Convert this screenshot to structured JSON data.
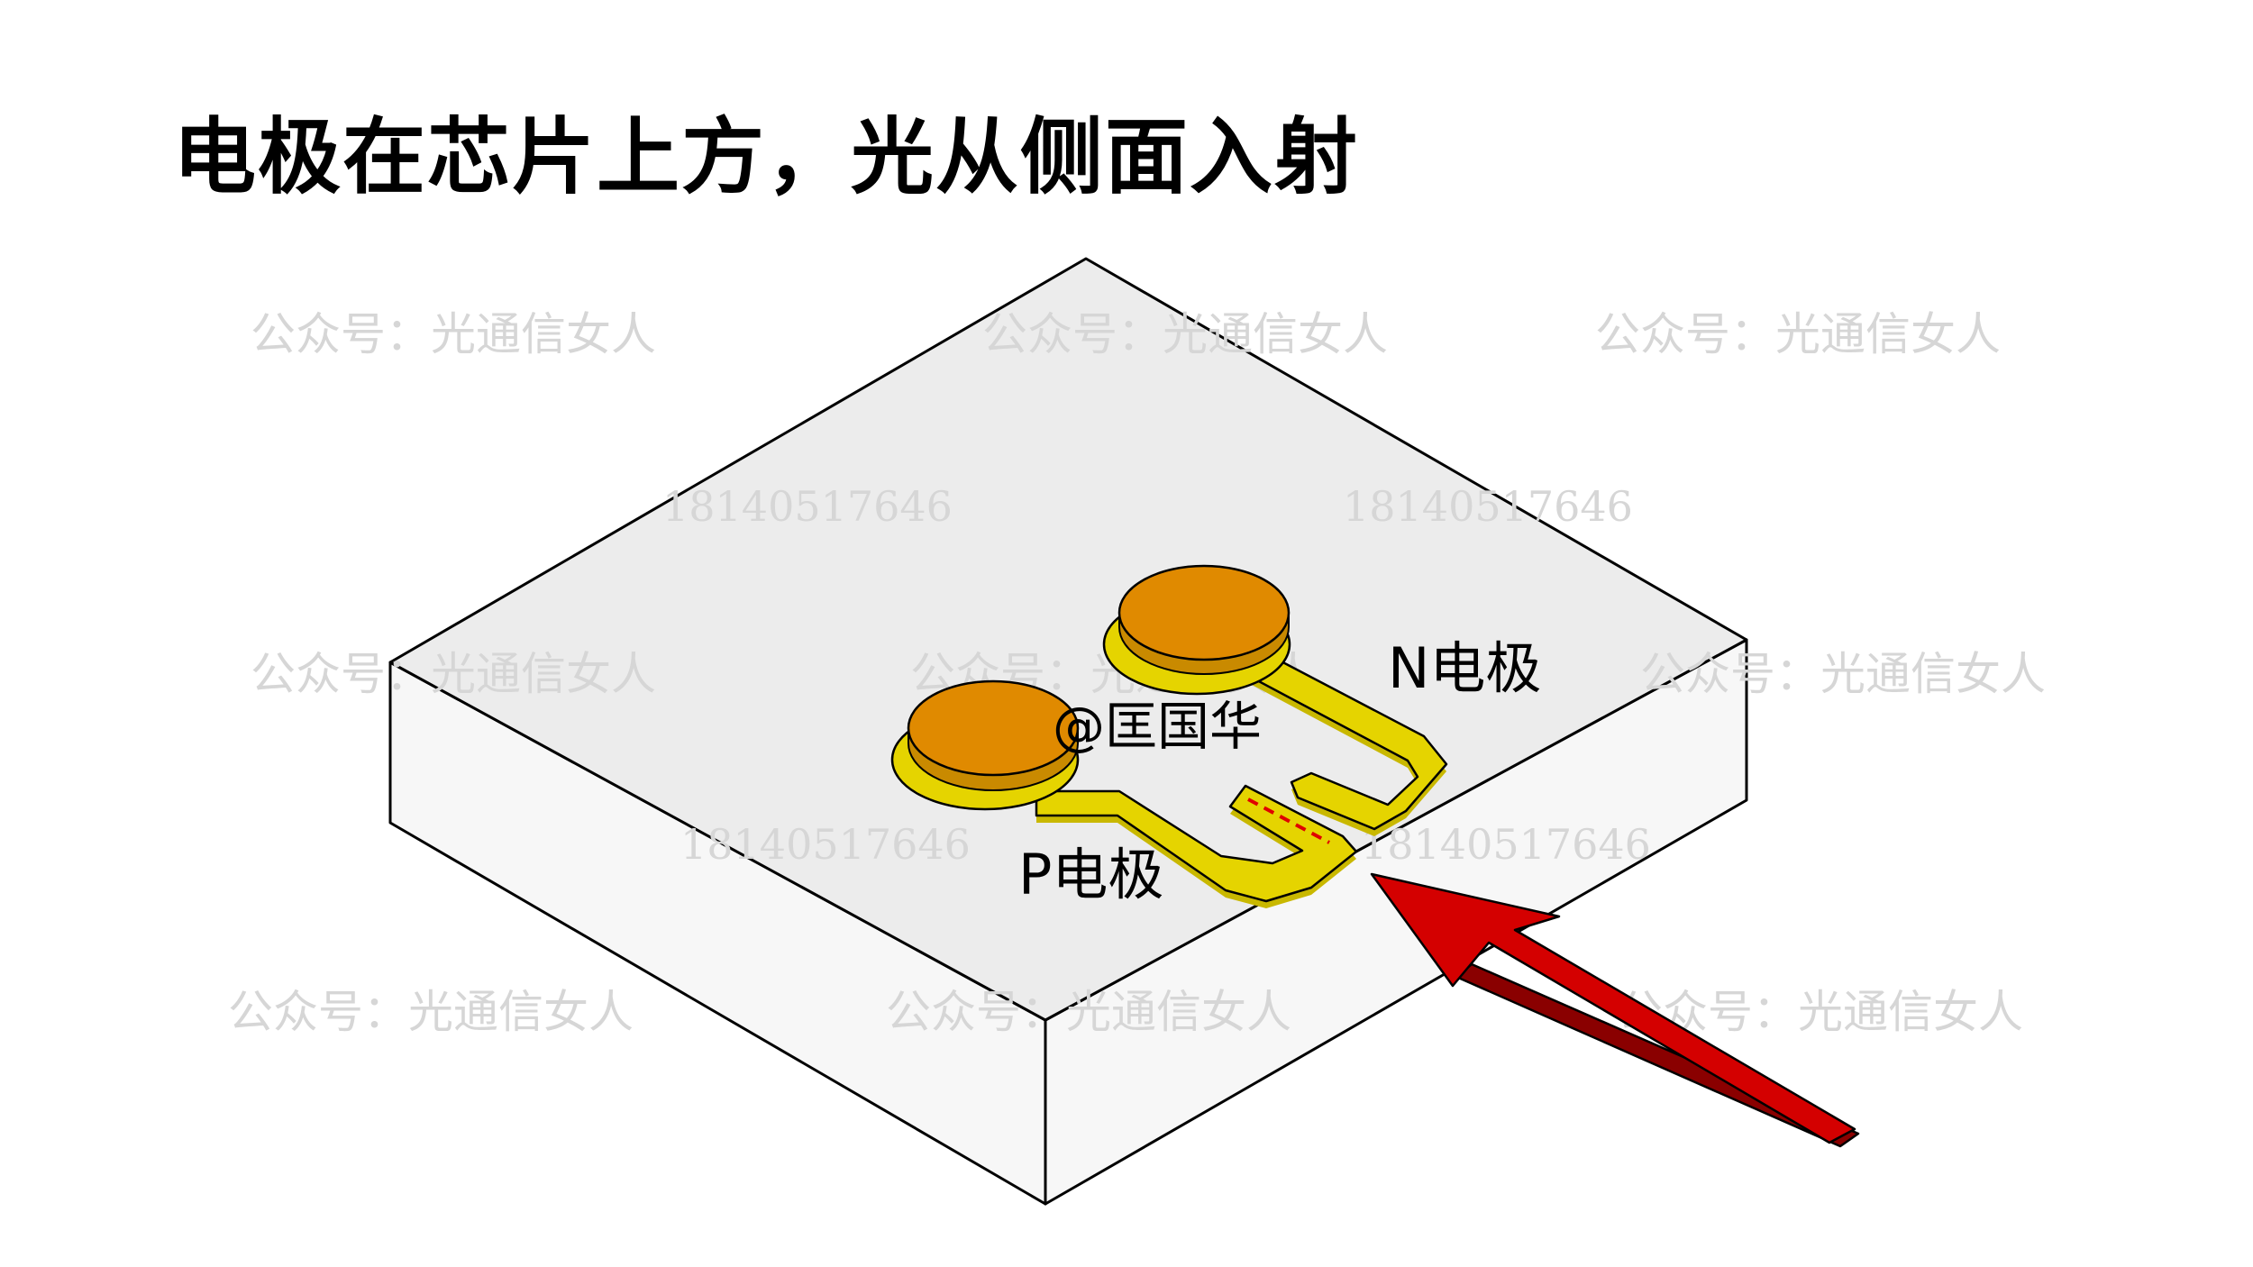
{
  "title": "电极在芯片上方，光从侧面入射",
  "labels": {
    "n_electrode": "N电极",
    "p_electrode": "P电极",
    "author": "@匡国华"
  },
  "watermarks": {
    "account": "公众号：光通信女人",
    "phone": "18140517646"
  },
  "colors": {
    "chip_top": "#ececec",
    "chip_side": "#f7f7f7",
    "pad_fill": "#e08a00",
    "pad_rim": "#e5d400",
    "trace": "#e5d400",
    "arrow": "#d40000",
    "dashed_line": "#e00000"
  }
}
